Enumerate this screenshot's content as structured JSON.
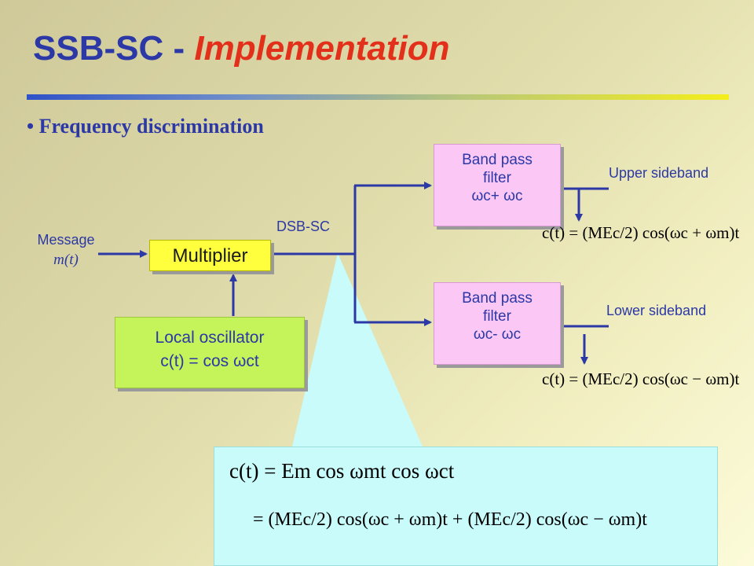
{
  "slide": {
    "title_main": "SSB-SC - ",
    "title_emph": "Implementation",
    "bullet": "• Frequency discrimination"
  },
  "diagram": {
    "message": {
      "line1": "Message",
      "line2": "m(t)"
    },
    "multiplier": "Multiplier",
    "oscillator": {
      "line1": "Local oscillator",
      "line2": "c(t) = cos ωct"
    },
    "dsb_label": "DSB-SC",
    "bpf_upper": {
      "line1": "Band pass",
      "line2": "filter",
      "line3": "ωc+ ωc"
    },
    "bpf_lower": {
      "line1": "Band pass",
      "line2": "filter",
      "line3": "ωc- ωc"
    },
    "upper_label": "Upper sideband",
    "lower_label": "Lower sideband"
  },
  "equations": {
    "upper": "c(t) = (MEc/2) cos(ωc + ωm)t",
    "lower": "c(t) = (MEc/2) cos(ωc − ωm)t",
    "main_line1": "c(t) = Em cos ωmt cos ωct",
    "main_line2": "= (MEc/2) cos(ωc + ωm)t + (MEc/2) cos(ωc − ωm)t"
  },
  "colors": {
    "title": "#2b38a6",
    "title_emph": "#e2301b",
    "arrow": "#2b38a6",
    "multiplier_fill": "#ffff3d",
    "oscillator_fill": "#c5f35a",
    "filter_fill": "#fbc8f6",
    "callout_fill": "#c8fbfa"
  }
}
